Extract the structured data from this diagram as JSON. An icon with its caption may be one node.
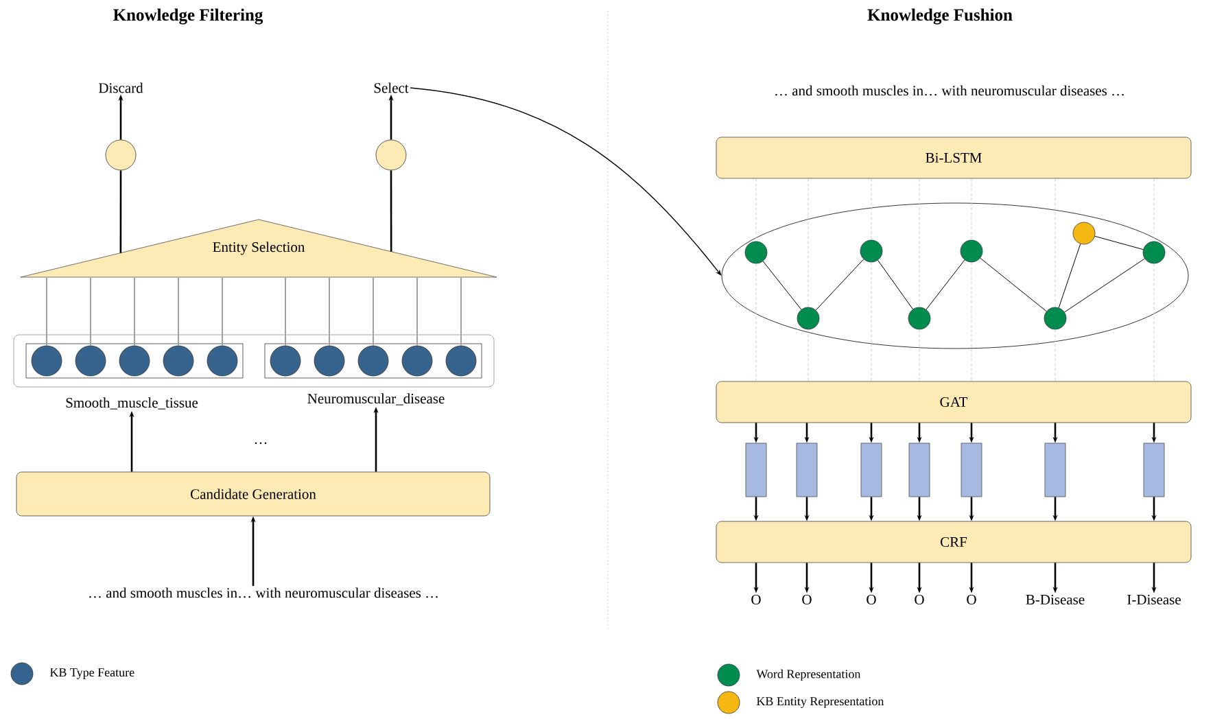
{
  "diagram": {
    "nodes": [
      {
        "text": [
          "Discard"
        ]
      },
      {
        "text": [
          "Select"
        ]
      },
      {
        "text": [],
        "shape": "circle"
      },
      {
        "text": [],
        "shape": "circle"
      },
      {
        "text": [
          "Entity Selection"
        ]
      },
      {
        "text": [],
        "shape": "box"
      },
      {
        "text": [],
        "shape": "box",
        "in": 5
      },
      {
        "text": [],
        "shape": "circle",
        "in": 6
      },
      {
        "text": [],
        "shape": "circle",
        "in": 6
      },
      {
        "text": [],
        "shape": "circle",
        "in": 6
      },
      {
        "text": [],
        "shape": "circle",
        "in": 6
      },
      {
        "text": [],
        "shape": "circle",
        "in": 6
      },
      {
        "text": [],
        "shape": "box",
        "in": 5
      },
      {
        "text": [],
        "shape": "circle",
        "in": 12
      },
      {
        "text": [],
        "shape": "circle",
        "in": 12
      },
      {
        "text": [],
        "shape": "circle",
        "in": 12
      },
      {
        "text": [],
        "shape": "circle",
        "in": 12
      },
      {
        "text": [],
        "shape": "circle",
        "in": 12
      },
      {
        "text": [
          "Smooth_muscle_tissue"
        ]
      },
      {
        "text": [
          "Neuromuscular_disease"
        ]
      },
      {
        "text": [
          "Candidate Generation"
        ]
      },
      {
        "text": [
          "… and smooth muscles in… with neuromuscular diseases …"
        ]
      },
      {
        "text": [
          "… and smooth muscles in… with neuromuscular diseases …"
        ]
      },
      {
        "text": [
          "Bi-LSTM"
        ]
      },
      {
        "text": [],
        "shape": "ellipse"
      },
      {
        "text": [],
        "shape": "circle",
        "in": 24
      },
      {
        "text": [],
        "shape": "circle",
        "in": 24
      },
      {
        "text": [],
        "shape": "circle",
        "in": 24
      },
      {
        "text": [],
        "shape": "circle",
        "in": 24
      },
      {
        "text": [],
        "shape": "circle",
        "in": 24
      },
      {
        "text": [],
        "shape": "circle",
        "in": 24
      },
      {
        "text": [],
        "shape": "circle",
        "in": 24
      },
      {
        "text": [],
        "shape": "circle",
        "in": 24
      },
      {
        "text": [
          "GAT"
        ]
      },
      {
        "text": [],
        "shape": "bar"
      },
      {
        "text": [],
        "shape": "bar"
      },
      {
        "text": [],
        "shape": "bar"
      },
      {
        "text": [],
        "shape": "bar"
      },
      {
        "text": [],
        "shape": "bar"
      },
      {
        "text": [],
        "shape": "bar"
      },
      {
        "text": [],
        "shape": "bar"
      },
      {
        "text": [
          "CRF"
        ]
      },
      {
        "text": [
          "O"
        ]
      },
      {
        "text": [
          "O"
        ]
      },
      {
        "text": [
          "O"
        ]
      },
      {
        "text": [
          "O"
        ]
      },
      {
        "text": [
          "O"
        ]
      },
      {
        "text": [
          "B-Disease"
        ]
      },
      {
        "text": [
          "I-Disease"
        ]
      }
    ],
    "edges": [
      {
        "from": 4,
        "to": 2,
        "arrow": "none"
      },
      {
        "from": 2,
        "to": 0,
        "arrow": "to"
      },
      {
        "from": 4,
        "to": 3,
        "arrow": "none"
      },
      {
        "from": 3,
        "to": 1,
        "arrow": "to"
      },
      {
        "from": 1,
        "to": 24,
        "arrow": "to"
      },
      {
        "from": 7,
        "to": 4,
        "arrow": "none",
        "color": "#a0a0a0"
      },
      {
        "from": 8,
        "to": 4,
        "arrow": "none",
        "color": "#a0a0a0"
      },
      {
        "from": 9,
        "to": 4,
        "arrow": "none",
        "color": "#a0a0a0"
      },
      {
        "from": 10,
        "to": 4,
        "arrow": "none",
        "color": "#a0a0a0"
      },
      {
        "from": 11,
        "to": 4,
        "arrow": "none",
        "color": "#a0a0a0"
      },
      {
        "from": 13,
        "to": 4,
        "arrow": "none",
        "color": "#a0a0a0"
      },
      {
        "from": 14,
        "to": 4,
        "arrow": "none",
        "color": "#a0a0a0"
      },
      {
        "from": 15,
        "to": 4,
        "arrow": "none",
        "color": "#a0a0a0"
      },
      {
        "from": 16,
        "to": 4,
        "arrow": "none",
        "color": "#a0a0a0"
      },
      {
        "from": 17,
        "to": 4,
        "arrow": "none",
        "color": "#a0a0a0"
      },
      {
        "from": 20,
        "to": 18,
        "arrow": "to"
      },
      {
        "from": 20,
        "to": 19,
        "arrow": "to"
      },
      {
        "from": 21,
        "to": 20,
        "arrow": "to"
      },
      {
        "from": 25,
        "to": 26,
        "arrow": "none"
      },
      {
        "from": 26,
        "to": 27,
        "arrow": "none"
      },
      {
        "from": 27,
        "to": 28,
        "arrow": "none"
      },
      {
        "from": 28,
        "to": 29,
        "arrow": "none"
      },
      {
        "from": 29,
        "to": 30,
        "arrow": "none"
      },
      {
        "from": 30,
        "to": 31,
        "arrow": "none"
      },
      {
        "from": 31,
        "to": 32,
        "arrow": "none"
      },
      {
        "from": 30,
        "to": 32,
        "arrow": "none"
      },
      {
        "from": 23,
        "to": 25,
        "arrow": "none",
        "style": "dashed",
        "color": "#cccccc"
      },
      {
        "from": 25,
        "to": 33,
        "arrow": "none",
        "style": "dashed",
        "color": "#cccccc"
      },
      {
        "from": 23,
        "to": 26,
        "arrow": "none",
        "style": "dashed",
        "color": "#cccccc"
      },
      {
        "from": 26,
        "to": 33,
        "arrow": "none",
        "style": "dashed",
        "color": "#cccccc"
      },
      {
        "from": 23,
        "to": 27,
        "arrow": "none",
        "style": "dashed",
        "color": "#cccccc"
      },
      {
        "from": 27,
        "to": 33,
        "arrow": "none",
        "style": "dashed",
        "color": "#cccccc"
      },
      {
        "from": 23,
        "to": 28,
        "arrow": "none",
        "style": "dashed",
        "color": "#cccccc"
      },
      {
        "from": 28,
        "to": 33,
        "arrow": "none",
        "style": "dashed",
        "color": "#cccccc"
      },
      {
        "from": 23,
        "to": 29,
        "arrow": "none",
        "style": "dashed",
        "color": "#cccccc"
      },
      {
        "from": 29,
        "to": 33,
        "arrow": "none",
        "style": "dashed",
        "color": "#cccccc"
      },
      {
        "from": 23,
        "to": 30,
        "arrow": "none",
        "style": "dashed",
        "color": "#cccccc"
      },
      {
        "from": 30,
        "to": 33,
        "arrow": "none",
        "style": "dashed",
        "color": "#cccccc"
      },
      {
        "from": 23,
        "to": 32,
        "arrow": "none",
        "style": "dashed",
        "color": "#cccccc"
      },
      {
        "from": 32,
        "to": 33,
        "arrow": "none",
        "style": "dashed",
        "color": "#cccccc"
      },
      {
        "from": 33,
        "to": 34,
        "arrow": "to"
      },
      {
        "from": 33,
        "to": 35,
        "arrow": "to"
      },
      {
        "from": 33,
        "to": 36,
        "arrow": "to"
      },
      {
        "from": 33,
        "to": 37,
        "arrow": "to"
      },
      {
        "from": 33,
        "to": 38,
        "arrow": "to"
      },
      {
        "from": 33,
        "to": 39,
        "arrow": "to"
      },
      {
        "from": 33,
        "to": 40,
        "arrow": "to"
      },
      {
        "from": 34,
        "to": 41,
        "arrow": "to"
      },
      {
        "from": 35,
        "to": 41,
        "arrow": "to"
      },
      {
        "from": 36,
        "to": 41,
        "arrow": "to"
      },
      {
        "from": 37,
        "to": 41,
        "arrow": "to"
      },
      {
        "from": 38,
        "to": 41,
        "arrow": "to"
      },
      {
        "from": 39,
        "to": 41,
        "arrow": "to"
      },
      {
        "from": 40,
        "to": 41,
        "arrow": "to"
      },
      {
        "from": 41,
        "to": 42,
        "arrow": "to"
      },
      {
        "from": 41,
        "to": 43,
        "arrow": "to"
      },
      {
        "from": 41,
        "to": 44,
        "arrow": "to"
      },
      {
        "from": 41,
        "to": 45,
        "arrow": "to"
      },
      {
        "from": 41,
        "to": 46,
        "arrow": "to"
      },
      {
        "from": 41,
        "to": 47,
        "arrow": "to"
      },
      {
        "from": 41,
        "to": 48,
        "arrow": "to"
      }
    ],
    "labels": [
      "Knowledge Filtering",
      "Knowledge Fushion",
      "…"
    ],
    "legend": [
      {
        "text": "KB Type Feature",
        "color": "#36648f"
      },
      {
        "text": "Word Representation",
        "color": "#008c4f"
      },
      {
        "text": "KB Entity Representation",
        "color": "#f5b812"
      }
    ]
  }
}
